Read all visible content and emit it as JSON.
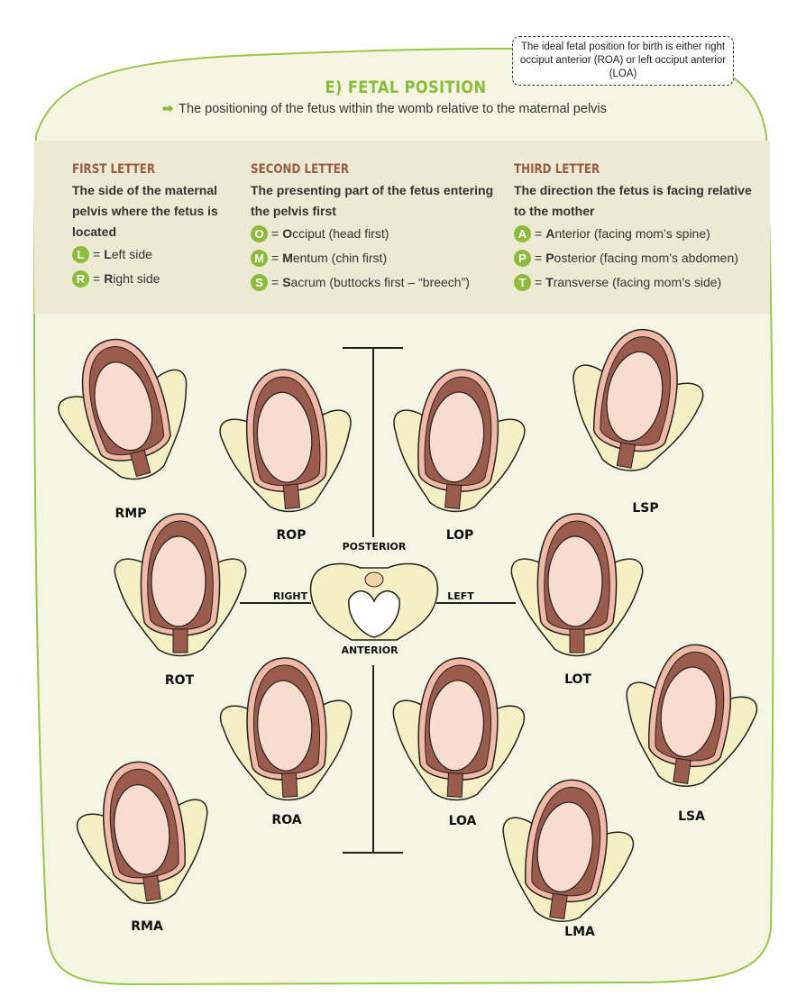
{
  "title": "E) FETAL POSITION",
  "subtitle": "The positioning of the fetus within the womb relative to the maternal pelvis",
  "note": "The ideal fetal position for birth is either right occiput anterior (ROA) or left occiput anterior (LOA)",
  "colors": {
    "accent": "#8dbb3a",
    "heading": "#9a5a45",
    "band": "#ecead3",
    "background": "#f4f5e3"
  },
  "legend": [
    {
      "heading": "FIRST LETTER",
      "desc": "The side of the maternal pelvis where the fetus is located",
      "items": [
        {
          "letter": "L",
          "word_initial": "L",
          "word_rest": "eft side"
        },
        {
          "letter": "R",
          "word_initial": "R",
          "word_rest": "ight side"
        }
      ]
    },
    {
      "heading": "SECOND LETTER",
      "desc": "The presenting part of the fetus entering the pelvis first",
      "items": [
        {
          "letter": "O",
          "word_initial": "O",
          "word_rest": "cciput (head first)"
        },
        {
          "letter": "M",
          "word_initial": "M",
          "word_rest": "entum (chin first)"
        },
        {
          "letter": "S",
          "word_initial": "S",
          "word_rest": "acrum (buttocks first – “breech”)"
        }
      ]
    },
    {
      "heading": "THIRD LETTER",
      "desc": "The direction the fetus is facing relative to the mother",
      "items": [
        {
          "letter": "A",
          "word_initial": "A",
          "word_rest": "nterior (facing mom’s spine)"
        },
        {
          "letter": "P",
          "word_initial": "P",
          "word_rest": "osterior (facing mom’s abdomen)"
        },
        {
          "letter": "T",
          "word_initial": "T",
          "word_rest": "ransverse (facing mom’s side)"
        }
      ]
    }
  ],
  "axes": {
    "posterior": "POSTERIOR",
    "anterior": "ANTERIOR",
    "right": "RIGHT",
    "left": "LEFT"
  },
  "positions": [
    "RMP",
    "ROP",
    "LOP",
    "LSP",
    "ROT",
    "LOT",
    "ROA",
    "LOA",
    "LSA",
    "RMA",
    "LMA"
  ]
}
